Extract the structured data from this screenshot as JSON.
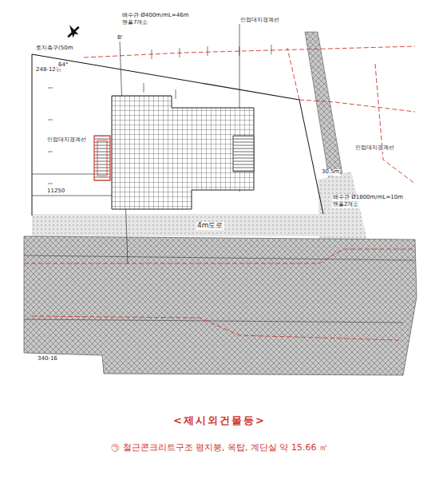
{
  "diagram": {
    "title": "<제시외건물등>",
    "caption": "㉠ 철근콘크리트구조 평지붕, 옥탑, 계단실 약 15.66 ㎡",
    "labels": [
      "배수관 Ø400m/mL=46m",
      "맨홀7개소",
      "B'",
      "인접대지경계선",
      "토지측구(50m",
      "248-12전",
      "인접대지경계선",
      "11250",
      "64°",
      "인접대지경계선",
      "30.5m",
      "배수관 Ø1800m/mL=10m",
      "맨홀2개소",
      "4m도로",
      "340-16"
    ]
  }
}
